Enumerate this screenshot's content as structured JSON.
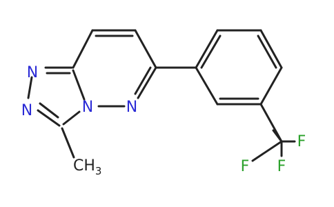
{
  "molecule": {
    "atoms": {
      "n1": "N",
      "n2": "N",
      "n_bridge": "N",
      "n_ring": "N",
      "f1": "F",
      "f2": "F",
      "f3": "F",
      "methyl_main": "CH",
      "methyl_sub": "3"
    }
  },
  "colors": {
    "bond": "#222222",
    "nitrogen": "#2b2bd6",
    "fluorine": "#2aa12a",
    "carbon_label": "#222222",
    "background": "#ffffff"
  }
}
